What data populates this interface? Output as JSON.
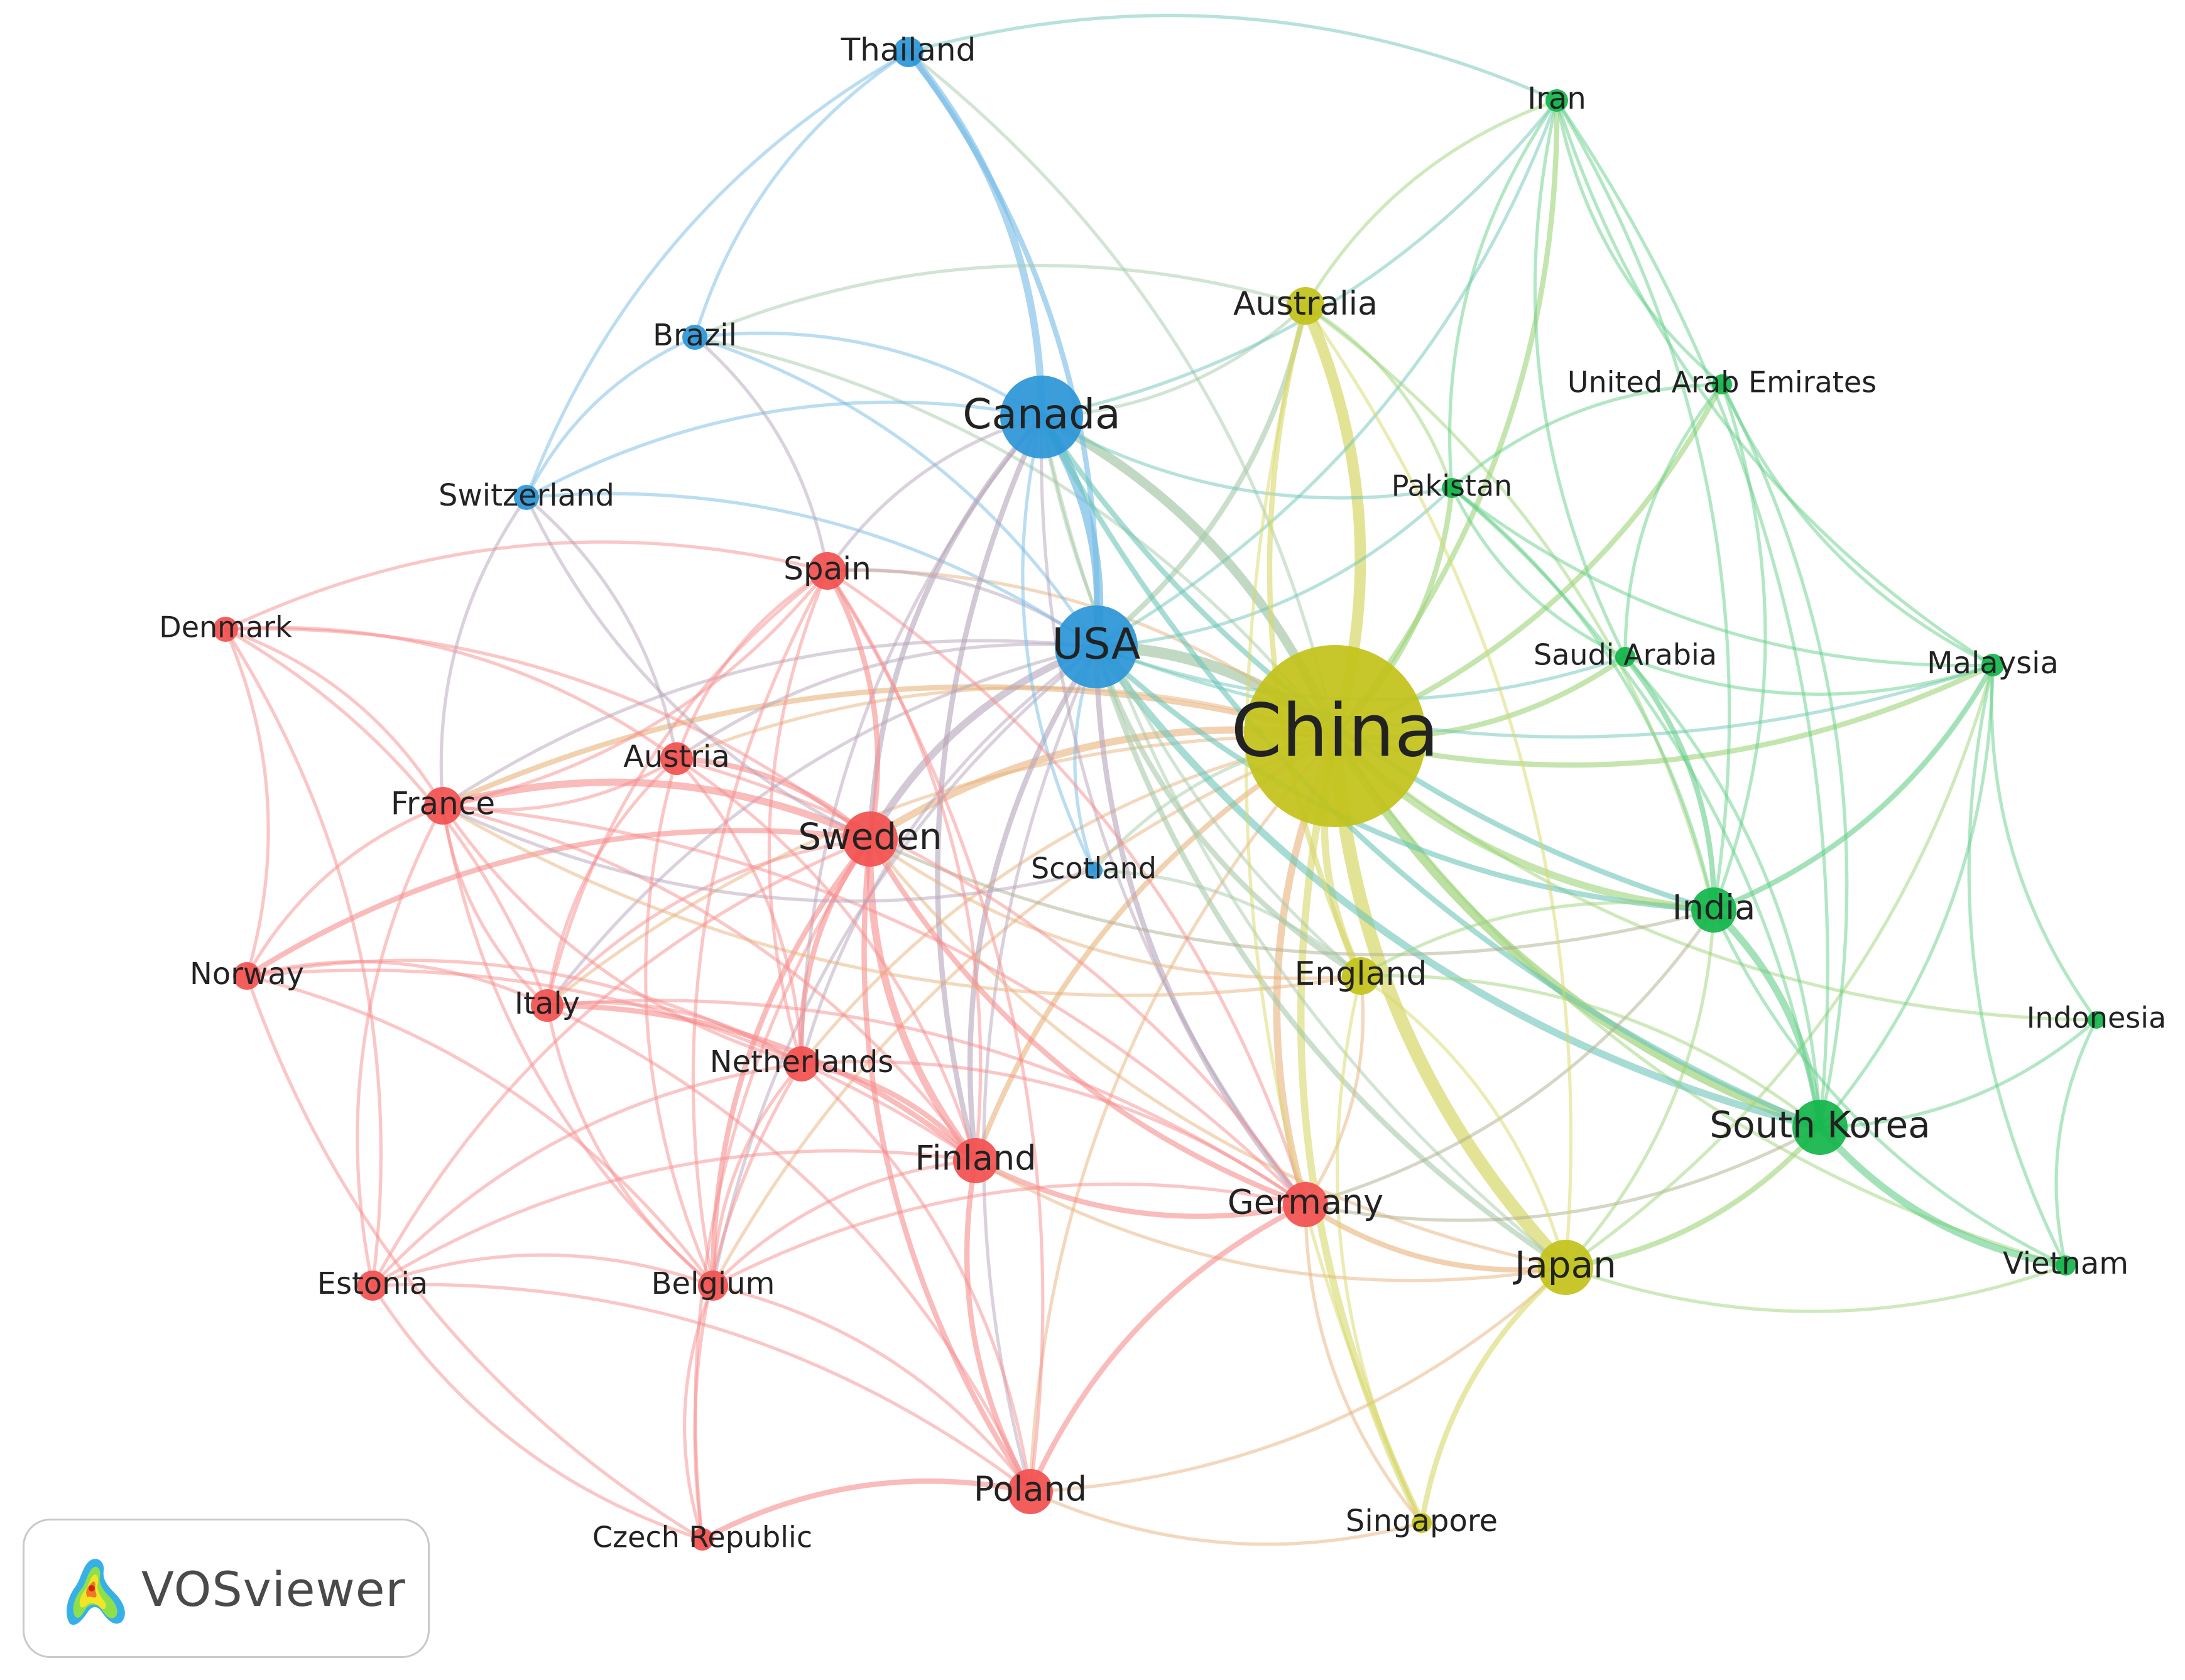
{
  "clusters": {
    "red": {
      "color": "#f2504f"
    },
    "blue": {
      "color": "#2a96d8"
    },
    "green": {
      "color": "#12b54a"
    },
    "yellow": {
      "color": "#c2c21a"
    }
  },
  "nodes": [
    {
      "id": "china",
      "label": "China",
      "cluster": "yellow"
    },
    {
      "id": "usa",
      "label": "USA",
      "cluster": "blue"
    },
    {
      "id": "canada",
      "label": "Canada",
      "cluster": "blue"
    },
    {
      "id": "sweden",
      "label": "Sweden",
      "cluster": "red"
    },
    {
      "id": "south-korea",
      "label": "South Korea",
      "cluster": "green"
    },
    {
      "id": "japan",
      "label": "Japan",
      "cluster": "yellow"
    },
    {
      "id": "india",
      "label": "India",
      "cluster": "green"
    },
    {
      "id": "finland",
      "label": "Finland",
      "cluster": "red"
    },
    {
      "id": "germany",
      "label": "Germany",
      "cluster": "red"
    },
    {
      "id": "poland",
      "label": "Poland",
      "cluster": "red"
    },
    {
      "id": "australia",
      "label": "Australia",
      "cluster": "yellow"
    },
    {
      "id": "england",
      "label": "England",
      "cluster": "yellow"
    },
    {
      "id": "france",
      "label": "France",
      "cluster": "red"
    },
    {
      "id": "spain",
      "label": "Spain",
      "cluster": "red"
    },
    {
      "id": "netherlands",
      "label": "Netherlands",
      "cluster": "red"
    },
    {
      "id": "austria",
      "label": "Austria",
      "cluster": "red"
    },
    {
      "id": "italy",
      "label": "Italy",
      "cluster": "red"
    },
    {
      "id": "belgium",
      "label": "Belgium",
      "cluster": "red"
    },
    {
      "id": "estonia",
      "label": "Estonia",
      "cluster": "red"
    },
    {
      "id": "norway",
      "label": "Norway",
      "cluster": "red"
    },
    {
      "id": "denmark",
      "label": "Denmark",
      "cluster": "red"
    },
    {
      "id": "czech",
      "label": "Czech Republic",
      "cluster": "red"
    },
    {
      "id": "thailand",
      "label": "Thailand",
      "cluster": "blue"
    },
    {
      "id": "brazil",
      "label": "Brazil",
      "cluster": "blue"
    },
    {
      "id": "switzerland",
      "label": "Switzerland",
      "cluster": "blue"
    },
    {
      "id": "scotland",
      "label": "Scotland",
      "cluster": "blue"
    },
    {
      "id": "iran",
      "label": "Iran",
      "cluster": "green"
    },
    {
      "id": "uae",
      "label": "United Arab Emirates",
      "cluster": "green"
    },
    {
      "id": "pakistan",
      "label": "Pakistan",
      "cluster": "green"
    },
    {
      "id": "saudi",
      "label": "Saudi Arabia",
      "cluster": "green"
    },
    {
      "id": "malaysia",
      "label": "Malaysia",
      "cluster": "green"
    },
    {
      "id": "indonesia",
      "label": "Indonesia",
      "cluster": "green"
    },
    {
      "id": "vietnam",
      "label": "Vietnam",
      "cluster": "green"
    },
    {
      "id": "singapore",
      "label": "Singapore",
      "cluster": "yellow"
    }
  ],
  "links": [
    [
      "china",
      "usa",
      5
    ],
    [
      "china",
      "canada",
      4
    ],
    [
      "china",
      "japan",
      6
    ],
    [
      "china",
      "australia",
      5
    ],
    [
      "china",
      "south-korea",
      4
    ],
    [
      "china",
      "india",
      3
    ],
    [
      "china",
      "england",
      3
    ],
    [
      "china",
      "germany",
      3
    ],
    [
      "china",
      "singapore",
      3
    ],
    [
      "china",
      "sweden",
      3
    ],
    [
      "china",
      "finland",
      2
    ],
    [
      "china",
      "pakistan",
      2
    ],
    [
      "china",
      "saudi",
      2
    ],
    [
      "china",
      "uae",
      2
    ],
    [
      "china",
      "malaysia",
      2
    ],
    [
      "china",
      "iran",
      2
    ],
    [
      "china",
      "france",
      2
    ],
    [
      "china",
      "netherlands",
      1
    ],
    [
      "china",
      "poland",
      1
    ],
    [
      "china",
      "spain",
      1
    ],
    [
      "china",
      "thailand",
      1
    ],
    [
      "china",
      "brazil",
      1
    ],
    [
      "china",
      "scotland",
      1
    ],
    [
      "china",
      "vietnam",
      1
    ],
    [
      "china",
      "indonesia",
      1
    ],
    [
      "china",
      "belgium",
      1
    ],
    [
      "china",
      "italy",
      1
    ],
    [
      "china",
      "austria",
      1
    ],
    [
      "usa",
      "canada",
      4
    ],
    [
      "usa",
      "sweden",
      3
    ],
    [
      "usa",
      "thailand",
      2
    ],
    [
      "usa",
      "finland",
      2
    ],
    [
      "usa",
      "germany",
      2
    ],
    [
      "usa",
      "south-korea",
      3
    ],
    [
      "usa",
      "india",
      2
    ],
    [
      "usa",
      "japan",
      2
    ],
    [
      "usa",
      "australia",
      2
    ],
    [
      "usa",
      "england",
      2
    ],
    [
      "usa",
      "spain",
      1
    ],
    [
      "usa",
      "france",
      1
    ],
    [
      "usa",
      "netherlands",
      1
    ],
    [
      "usa",
      "brazil",
      1
    ],
    [
      "usa",
      "switzerland",
      1
    ],
    [
      "usa",
      "scotland",
      1
    ],
    [
      "usa",
      "poland",
      1
    ],
    [
      "usa",
      "pakistan",
      1
    ],
    [
      "usa",
      "saudi",
      1
    ],
    [
      "usa",
      "iran",
      1
    ],
    [
      "usa",
      "belgium",
      1
    ],
    [
      "usa",
      "austria",
      1
    ],
    [
      "usa",
      "italy",
      1
    ],
    [
      "usa",
      "malaysia",
      1
    ],
    [
      "canada",
      "thailand",
      3
    ],
    [
      "canada",
      "sweden",
      2
    ],
    [
      "canada",
      "finland",
      2
    ],
    [
      "canada",
      "south-korea",
      2
    ],
    [
      "canada",
      "india",
      2
    ],
    [
      "canada",
      "brazil",
      1
    ],
    [
      "canada",
      "australia",
      1
    ],
    [
      "canada",
      "spain",
      1
    ],
    [
      "canada",
      "germany",
      1
    ],
    [
      "canada",
      "netherlands",
      1
    ],
    [
      "canada",
      "england",
      1
    ],
    [
      "canada",
      "switzerland",
      1
    ],
    [
      "canada",
      "scotland",
      1
    ],
    [
      "canada",
      "japan",
      1
    ],
    [
      "canada",
      "iran",
      1
    ],
    [
      "canada",
      "pakistan",
      1
    ],
    [
      "sweden",
      "finland",
      3
    ],
    [
      "sweden",
      "france",
      3
    ],
    [
      "sweden",
      "spain",
      2
    ],
    [
      "sweden",
      "germany",
      2
    ],
    [
      "sweden",
      "netherlands",
      2
    ],
    [
      "sweden",
      "poland",
      2
    ],
    [
      "sweden",
      "belgium",
      2
    ],
    [
      "sweden",
      "norway",
      2
    ],
    [
      "sweden",
      "denmark",
      1
    ],
    [
      "sweden",
      "austria",
      2
    ],
    [
      "sweden",
      "italy",
      1
    ],
    [
      "sweden",
      "estonia",
      1
    ],
    [
      "sweden",
      "england",
      1
    ],
    [
      "sweden",
      "japan",
      1
    ],
    [
      "sweden",
      "india",
      1
    ],
    [
      "sweden",
      "czech",
      1
    ],
    [
      "finland",
      "germany",
      2
    ],
    [
      "finland",
      "poland",
      2
    ],
    [
      "finland",
      "netherlands",
      2
    ],
    [
      "finland",
      "belgium",
      1
    ],
    [
      "finland",
      "france",
      1
    ],
    [
      "finland",
      "italy",
      2
    ],
    [
      "finland",
      "estonia",
      1
    ],
    [
      "finland",
      "spain",
      1
    ],
    [
      "finland",
      "japan",
      1
    ],
    [
      "finland",
      "norway",
      1
    ],
    [
      "finland",
      "austria",
      1
    ],
    [
      "germany",
      "poland",
      2
    ],
    [
      "germany",
      "netherlands",
      1
    ],
    [
      "germany",
      "belgium",
      1
    ],
    [
      "germany",
      "japan",
      2
    ],
    [
      "germany",
      "england",
      1
    ],
    [
      "germany",
      "spain",
      1
    ],
    [
      "germany",
      "france",
      1
    ],
    [
      "germany",
      "italy",
      1
    ],
    [
      "germany",
      "india",
      1
    ],
    [
      "germany",
      "south-korea",
      1
    ],
    [
      "germany",
      "singapore",
      1
    ],
    [
      "germany",
      "austria",
      1
    ],
    [
      "poland",
      "belgium",
      1
    ],
    [
      "poland",
      "czech",
      2
    ],
    [
      "poland",
      "netherlands",
      1
    ],
    [
      "poland",
      "italy",
      1
    ],
    [
      "poland",
      "spain",
      1
    ],
    [
      "poland",
      "estonia",
      1
    ],
    [
      "poland",
      "singapore",
      1
    ],
    [
      "poland",
      "japan",
      1
    ],
    [
      "france",
      "spain",
      1
    ],
    [
      "france",
      "netherlands",
      1
    ],
    [
      "france",
      "belgium",
      1
    ],
    [
      "france",
      "italy",
      1
    ],
    [
      "france",
      "norway",
      1
    ],
    [
      "france",
      "denmark",
      1
    ],
    [
      "france",
      "austria",
      1
    ],
    [
      "france",
      "estonia",
      1
    ],
    [
      "france",
      "england",
      1
    ],
    [
      "france",
      "scotland",
      1
    ],
    [
      "spain",
      "netherlands",
      1
    ],
    [
      "spain",
      "austria",
      1
    ],
    [
      "spain",
      "italy",
      1
    ],
    [
      "spain",
      "denmark",
      1
    ],
    [
      "spain",
      "belgium",
      1
    ],
    [
      "spain",
      "brazil",
      1
    ],
    [
      "netherlands",
      "belgium",
      1
    ],
    [
      "netherlands",
      "italy",
      1
    ],
    [
      "netherlands",
      "austria",
      1
    ],
    [
      "netherlands",
      "norway",
      1
    ],
    [
      "netherlands",
      "czech",
      1
    ],
    [
      "netherlands",
      "estonia",
      1
    ],
    [
      "austria",
      "italy",
      1
    ],
    [
      "austria",
      "belgium",
      1
    ],
    [
      "austria",
      "denmark",
      1
    ],
    [
      "austria",
      "switzerland",
      1
    ],
    [
      "italy",
      "belgium",
      1
    ],
    [
      "italy",
      "norway",
      1
    ],
    [
      "italy",
      "denmark",
      1
    ],
    [
      "belgium",
      "czech",
      1
    ],
    [
      "belgium",
      "estonia",
      1
    ],
    [
      "belgium",
      "norway",
      1
    ],
    [
      "estonia",
      "czech",
      1
    ],
    [
      "estonia",
      "denmark",
      1
    ],
    [
      "norway",
      "denmark",
      1
    ],
    [
      "norway",
      "czech",
      1
    ],
    [
      "japan",
      "south-korea",
      2
    ],
    [
      "japan",
      "india",
      1
    ],
    [
      "japan",
      "singapore",
      2
    ],
    [
      "japan",
      "england",
      1
    ],
    [
      "japan",
      "australia",
      1
    ],
    [
      "japan",
      "vietnam",
      1
    ],
    [
      "japan",
      "malaysia",
      1
    ],
    [
      "south-korea",
      "india",
      3
    ],
    [
      "south-korea",
      "vietnam",
      3
    ],
    [
      "south-korea",
      "indonesia",
      1
    ],
    [
      "south-korea",
      "malaysia",
      1
    ],
    [
      "south-korea",
      "pakistan",
      1
    ],
    [
      "south-korea",
      "saudi",
      1
    ],
    [
      "south-korea",
      "uae",
      1
    ],
    [
      "south-korea",
      "england",
      1
    ],
    [
      "south-korea",
      "iran",
      1
    ],
    [
      "india",
      "saudi",
      2
    ],
    [
      "india",
      "malaysia",
      2
    ],
    [
      "india",
      "uae",
      1
    ],
    [
      "india",
      "pakistan",
      1
    ],
    [
      "india",
      "iran",
      1
    ],
    [
      "india",
      "vietnam",
      1
    ],
    [
      "india",
      "australia",
      1
    ],
    [
      "india",
      "england",
      1
    ],
    [
      "iran",
      "uae",
      1
    ],
    [
      "iran",
      "pakistan",
      1
    ],
    [
      "iran",
      "malaysia",
      1
    ],
    [
      "iran",
      "saudi",
      1
    ],
    [
      "iran",
      "australia",
      1
    ],
    [
      "iran",
      "thailand",
      1
    ],
    [
      "uae",
      "pakistan",
      1
    ],
    [
      "uae",
      "saudi",
      1
    ],
    [
      "uae",
      "malaysia",
      1
    ],
    [
      "pakistan",
      "saudi",
      1
    ],
    [
      "pakistan",
      "malaysia",
      1
    ],
    [
      "pakistan",
      "australia",
      1
    ],
    [
      "saudi",
      "malaysia",
      1
    ],
    [
      "malaysia",
      "indonesia",
      1
    ],
    [
      "malaysia",
      "vietnam",
      1
    ],
    [
      "indonesia",
      "vietnam",
      1
    ],
    [
      "australia",
      "england",
      2
    ],
    [
      "australia",
      "singapore",
      1
    ],
    [
      "australia",
      "brazil",
      1
    ],
    [
      "england",
      "singapore",
      1
    ],
    [
      "england",
      "scotland",
      1
    ],
    [
      "thailand",
      "brazil",
      1
    ],
    [
      "thailand",
      "switzerland",
      1
    ],
    [
      "brazil",
      "switzerland",
      1
    ],
    [
      "switzerland",
      "france",
      1
    ],
    [
      "switzerland",
      "sweden",
      1
    ]
  ],
  "brand": {
    "name": "VOSviewer"
  }
}
